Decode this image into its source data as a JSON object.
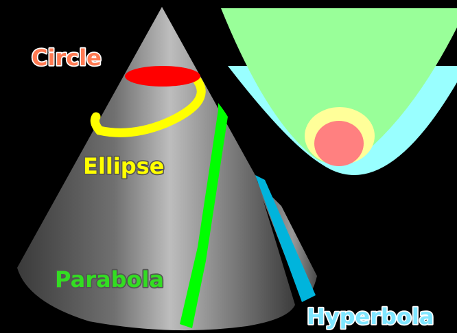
{
  "labels": {
    "circle": "Circle",
    "ellipse": "Ellipse",
    "parabola": "Parabola",
    "hyperbola": "Hyperbola"
  },
  "colors": {
    "background": "#000000",
    "circle": "#ff0000",
    "circle_text": "#ff7a52",
    "ellipse": "#ffff00",
    "parabola": "#00ff00",
    "parabola_text": "#33dd22",
    "hyperbola": "#00b4dc",
    "hyperbola_text": "#7fe6ff",
    "inset_parabola": "#99ff99",
    "inset_hyperbola": "#99ffff",
    "inset_ellipse": "#ffff99",
    "inset_circle": "#ff8080"
  }
}
